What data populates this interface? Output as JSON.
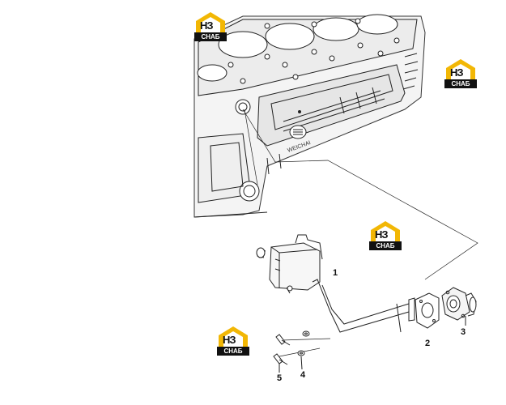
{
  "diagram": {
    "callouts": [
      {
        "id": "1",
        "label": "1"
      },
      {
        "id": "2",
        "label": "2"
      },
      {
        "id": "3",
        "label": "3"
      },
      {
        "id": "4",
        "label": "4"
      },
      {
        "id": "5",
        "label": "5"
      }
    ],
    "engine_brand_text": "WEICHAI"
  },
  "watermark": {
    "logo_letters": "НЗ",
    "logo_band": "СНАБ",
    "accent_color": "#f2b705",
    "band_color": "#111111"
  }
}
